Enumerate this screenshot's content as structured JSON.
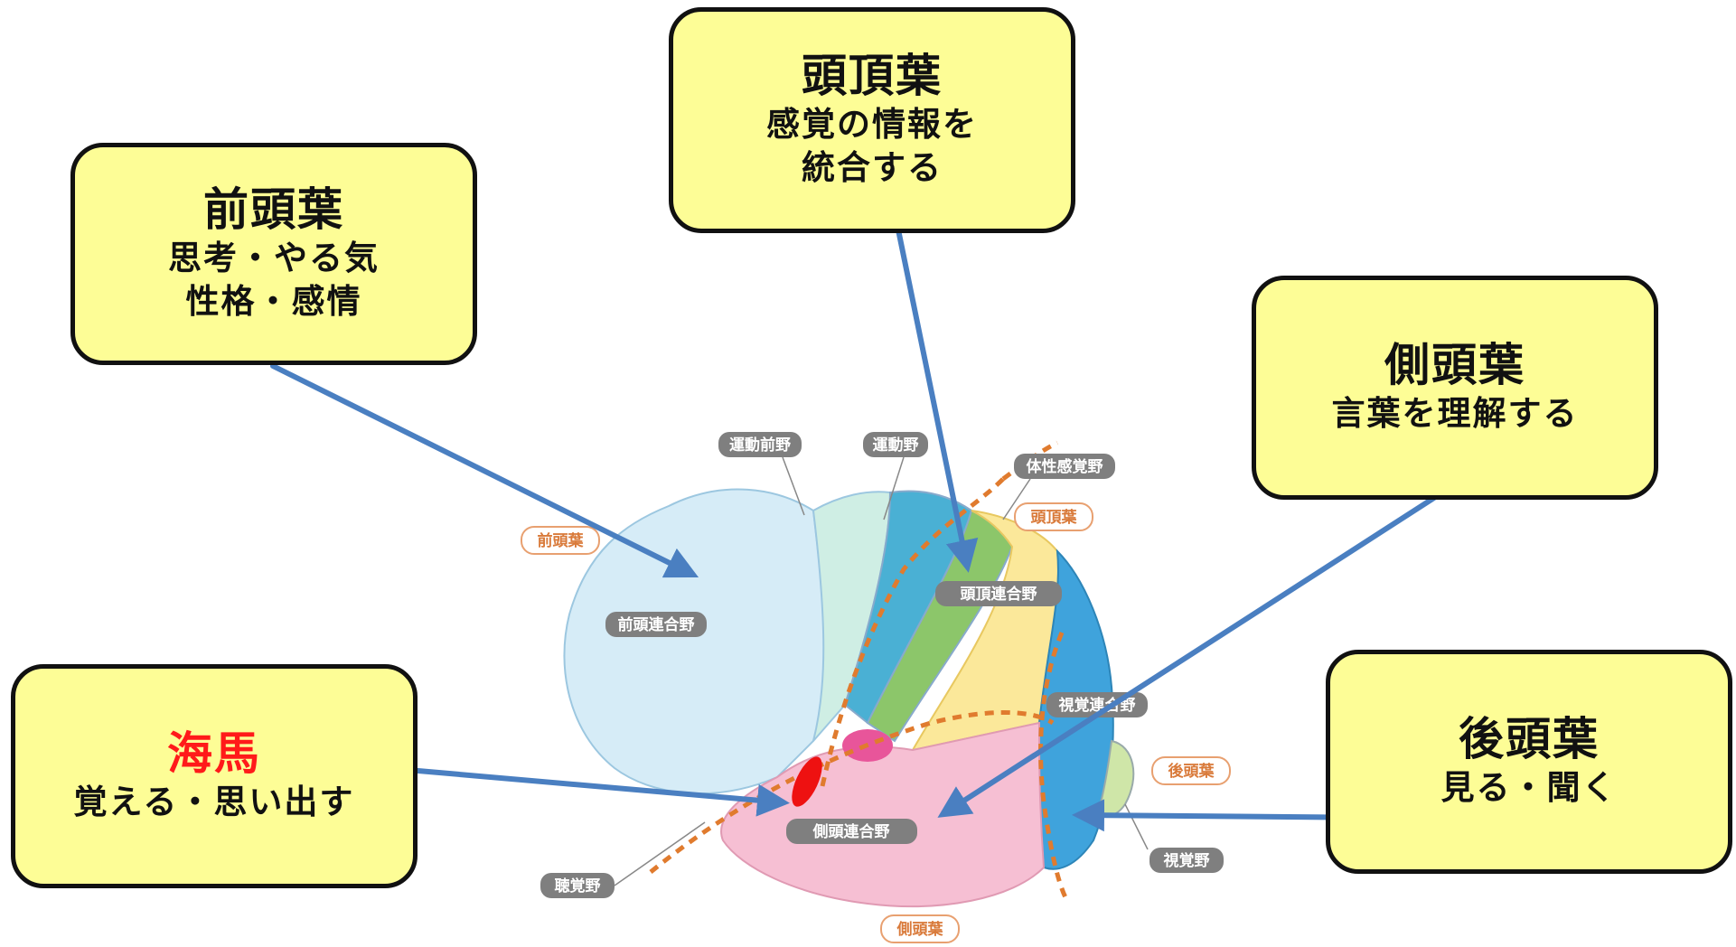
{
  "callouts": {
    "frontal": {
      "title": "前頭葉",
      "lines": [
        "思考・やる気",
        "性格・感情"
      ]
    },
    "parietal": {
      "title": "頭頂葉",
      "lines": [
        "感覚の情報を",
        "統合する"
      ]
    },
    "temporal": {
      "title": "側頭葉",
      "lines": [
        "言葉を理解する"
      ]
    },
    "hippocampus": {
      "title": "海馬",
      "lines": [
        "覚える・思い出す"
      ]
    },
    "occipital": {
      "title": "後頭葉",
      "lines": [
        "見る・聞く"
      ]
    }
  },
  "brain_labels": {
    "premotor": "運動前野",
    "motor": "運動野",
    "somatosensory": "体性感覚野",
    "prefrontal_assoc": "前頭連合野",
    "parietal_assoc": "頭頂連合野",
    "visual_assoc": "視覚連合野",
    "temporal_assoc": "側頭連合野",
    "auditory": "聴覚野",
    "visual": "視覚野"
  },
  "lobe_tags": {
    "frontal": "前頭葉",
    "parietal": "頭頂葉",
    "occipital": "後頭葉",
    "temporal": "側頭葉"
  },
  "colors": {
    "callout_fill": "#fdfd96",
    "arrow": "#4a7fc1",
    "lobe_divider": "#e07b2e",
    "hippocampus_marker": "#ee1111",
    "frontal_lobe": "#d6ecf7",
    "parietal_lobe": "#fbe89a",
    "temporal_lobe": "#f6bfd3",
    "occipital_lobe": "#3fa3dc"
  }
}
